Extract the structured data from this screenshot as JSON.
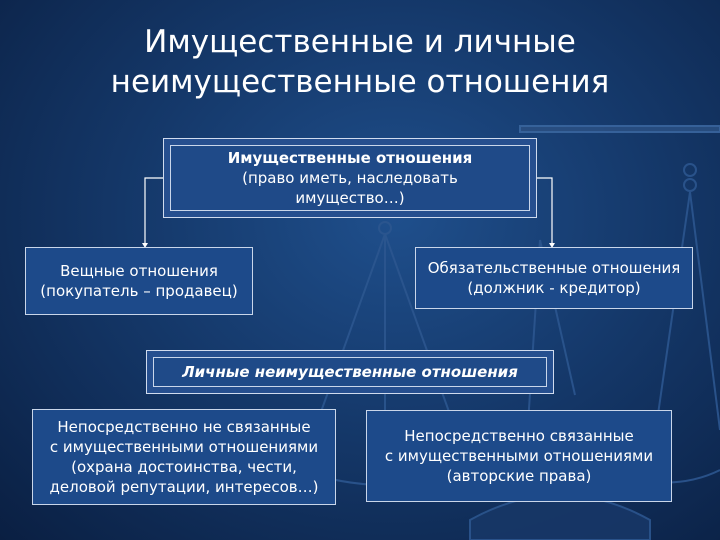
{
  "title": {
    "line1": "Имущественные и личные",
    "line2": "неимущественные отношения"
  },
  "property_relations": {
    "heading": "Имущественные отношения",
    "line2": "(право иметь, наследовать",
    "line3": "имущество…)"
  },
  "real_relations": {
    "line1": "Вещные отношения",
    "line2": "(покупатель – продавец)"
  },
  "obligation_relations": {
    "line1": "Обязательственные отношения",
    "line2": "(должник - кредитор)"
  },
  "personal_relations": {
    "heading": "Личные неимущественные отношения"
  },
  "not_related": {
    "line1": "Непосредственно не связанные",
    "line2": "с имущественными отношениями",
    "line3": "(охрана достоинства, чести,",
    "line4": "деловой репутации, интересов…)"
  },
  "related": {
    "line1": "Непосредственно связанные",
    "line2": "с имущественными отношениями",
    "line3": "(авторские права)"
  },
  "colors": {
    "background": "#15396b",
    "box_fill": "#1d4a8a",
    "border": "#c9d6ea"
  }
}
